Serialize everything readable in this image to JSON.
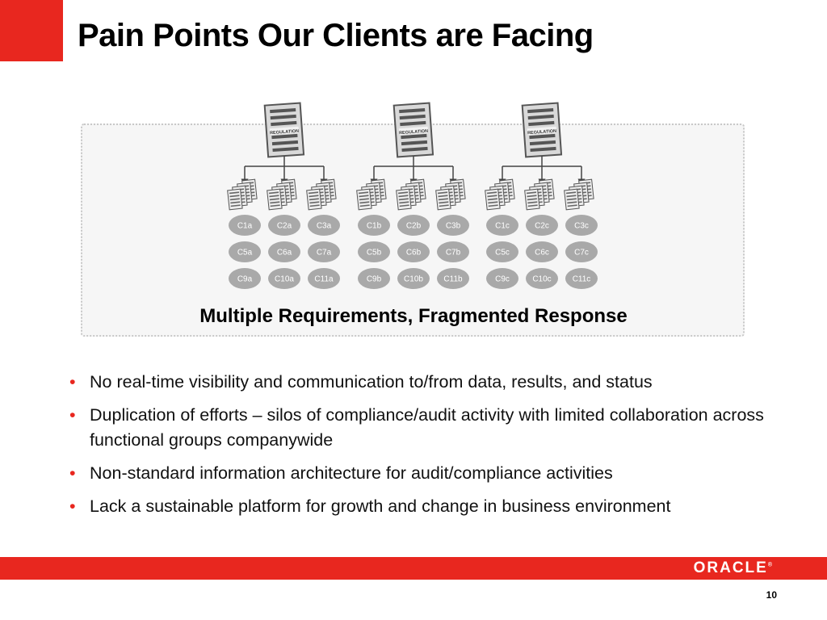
{
  "slide": {
    "title": "Pain Points Our Clients are Facing",
    "page_number": "10",
    "logo_text": "ORACLE",
    "accent_color": "#e8271f"
  },
  "diagram": {
    "regulation_label": "REGULATION",
    "caption": "Multiple Requirements, Fragmented Response",
    "groups": [
      {
        "rows": [
          [
            "C1a",
            "C2a",
            "C3a"
          ],
          [
            "C5a",
            "C6a",
            "C7a"
          ],
          [
            "C9a",
            "C10a",
            "C11a"
          ]
        ]
      },
      {
        "rows": [
          [
            "C1b",
            "C2b",
            "C3b"
          ],
          [
            "C5b",
            "C6b",
            "C7b"
          ],
          [
            "C9b",
            "C10b",
            "C11b"
          ]
        ]
      },
      {
        "rows": [
          [
            "C1c",
            "C2c",
            "C3c"
          ],
          [
            "C5c",
            "C6c",
            "C7c"
          ],
          [
            "C9c",
            "C10c",
            "C11c"
          ]
        ]
      }
    ]
  },
  "bullets": [
    "No real-time visibility and communication to/from data, results, and status",
    "Duplication of efforts – silos of compliance/audit activity with limited collaboration across functional groups companywide",
    "Non-standard information architecture for audit/compliance activities",
    "Lack a sustainable platform for growth and change in business environment"
  ]
}
